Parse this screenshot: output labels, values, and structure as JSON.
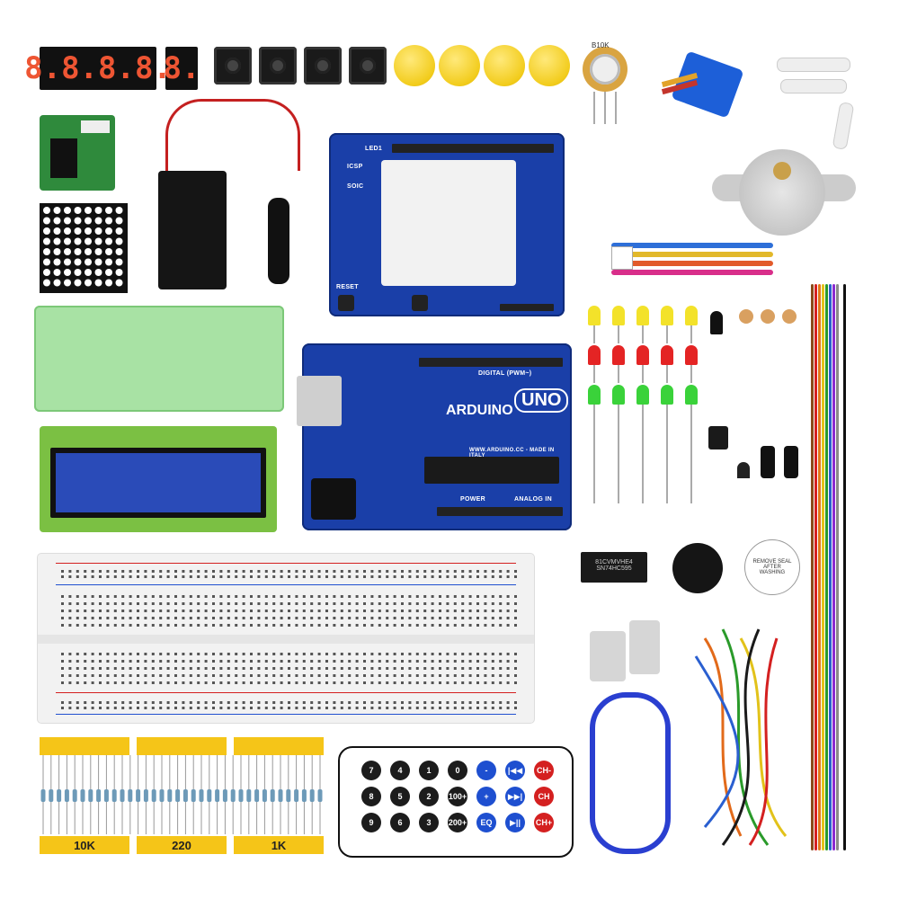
{
  "labels": {
    "resistor_1": "10K",
    "resistor_2": "220",
    "resistor_3": "1K",
    "buzzer_sticker": "REMOVE SEAL AFTER WASHING",
    "uno_brand": "ARDUINO",
    "uno_model": "UNO",
    "uno_digital": "DIGITAL (PWM~)",
    "uno_power": "POWER",
    "uno_analog": "ANALOG IN",
    "uno_url": "WWW.ARDUINO.CC - MADE IN ITALY",
    "shield_reset": "RESET",
    "shield_led": "LED1",
    "shield_icsp": "ICSP",
    "shield_soic": "SOIC",
    "chip_label_1": "81CVMVHE4",
    "chip_label_2": "SN74HC595",
    "pot_label": "B10K",
    "seg_display": "8.8.8.8.",
    "seg_single": "8.",
    "remote_buttons": [
      "7",
      "4",
      "1",
      "0",
      "-",
      "|◀◀",
      "CH-",
      "8",
      "5",
      "2",
      "100+",
      "+",
      "▶▶|",
      "CH",
      "9",
      "6",
      "3",
      "200+",
      "EQ",
      "▶||",
      "CH+"
    ]
  },
  "colors": {
    "board_blue": "#1a3fa8",
    "breadboard": "#f2f2f2",
    "lcd_green": "#7bc043",
    "box_green": "#a8e2a4",
    "cap_yellow": "#f2cc1c",
    "label_yellow": "#f5c518"
  }
}
